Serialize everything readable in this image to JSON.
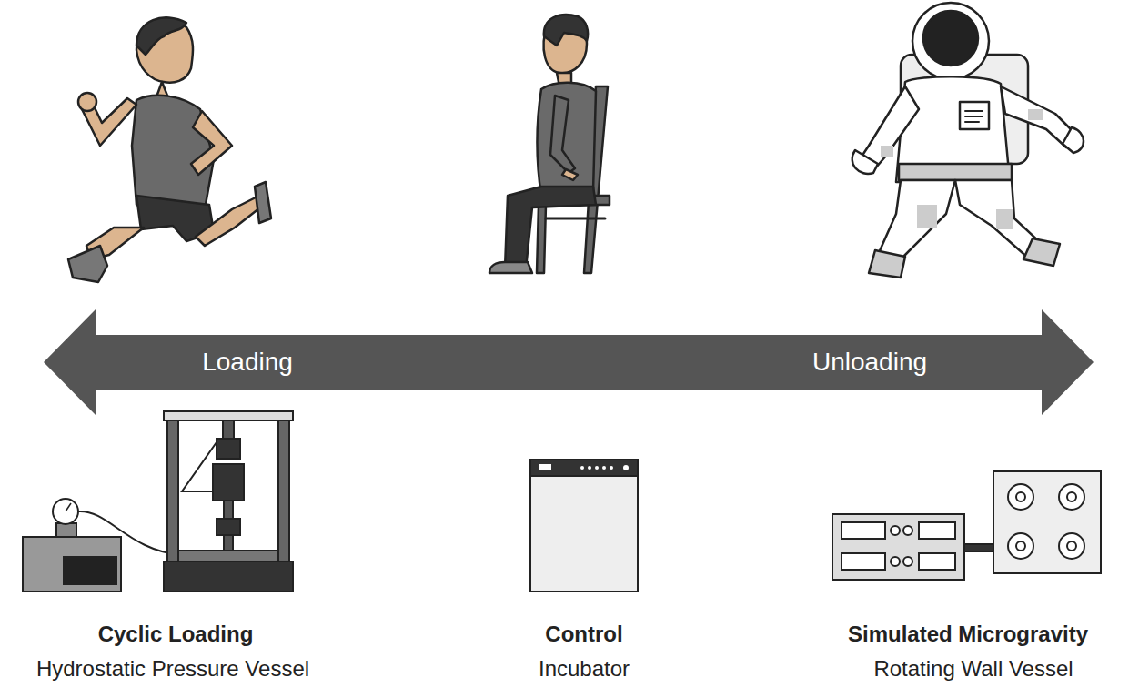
{
  "diagram": {
    "labels": [
      "Loading",
      "Unloading",
      "Cyclic Loading",
      "Hydrostatic Pressure Vessel",
      "Control",
      "Incubator",
      "Simulated Microgravity",
      "Rotating Wall Vessel"
    ]
  }
}
